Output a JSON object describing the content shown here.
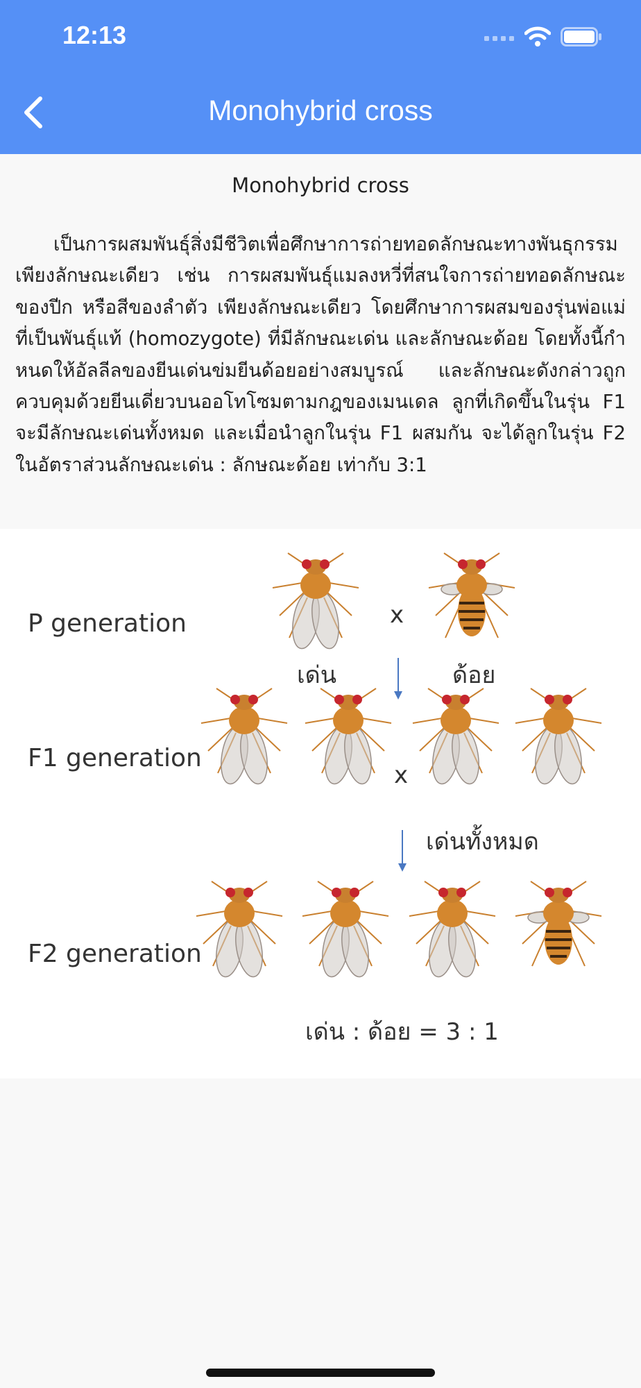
{
  "status_bar": {
    "time": "12:13"
  },
  "nav": {
    "title": "Monohybrid cross"
  },
  "content": {
    "title": "Monohybrid cross",
    "paragraph": "เป็นการผสมพันธุ์สิ่งมีชีวิตเพื่อศึกษาการถ่ายทอดลักษณะทางพันธุกรรมเพียงลักษณะเดียว เช่น การผสมพันธุ์แมลงหวี่ที่สนใจการถ่ายทอดลักษณะของปีก หรือสีของลำตัว เพียงลักษณะเดียว โดยศึกษาการผสมของรุ่นพ่อแม่ที่เป็นพันธุ์แท้ (homozygote) ที่มีลักษณะเด่น และลักษณะด้อย โดยทั้งนี้กำหนดให้อัลลีลของยีนเด่นข่มยีนด้อยอย่างสมบูรณ์ และลักษณะดังกล่าวถูกควบคุมด้วยยีนเดี่ยวบนออโทโซมตามกฎของเมนเดล ลูกที่เกิดขึ้นในรุ่น F1 จะมีลักษณะเด่นทั้งหมด และเมื่อนำลูกในรุ่น F1 ผสมกัน จะได้ลูกในรุ่น F2 ในอัตราส่วนลักษณะเด่น : ลักษณะด้อย เท่ากับ 3:1"
  },
  "diagram": {
    "p_label": "P generation",
    "f1_label": "F1 generation",
    "f2_label": "F2 generation",
    "cross_symbol": "x",
    "dominant_label": "เด่น",
    "recessive_label": "ด้อย",
    "all_dominant_label": "เด่นทั้งหมด",
    "ratio_label": "เด่น : ด้อย = 3 : 1"
  },
  "colors": {
    "app_bar": "#5590f6",
    "background": "#f8f8f8",
    "fly_body": "#d4872e",
    "fly_eye": "#c6262e",
    "arrow": "#4a78c2"
  },
  "icons": [
    "back-chevron-icon",
    "signal-icon",
    "wifi-icon",
    "battery-icon",
    "fruit-fly-icon",
    "down-arrow-icon"
  ]
}
